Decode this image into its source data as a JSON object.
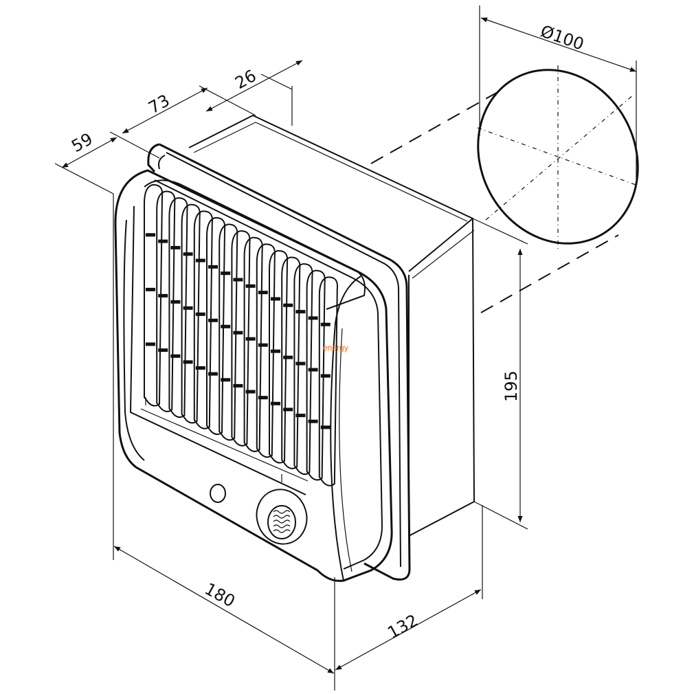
{
  "dimensions": {
    "diameter": "Ø100",
    "top_depth_a": "26",
    "top_depth_b": "73",
    "top_depth_c": "59",
    "height": "195",
    "width": "180",
    "depth": "132"
  },
  "watermark": "energy",
  "colors": {
    "line": "#111111",
    "background": "#ffffff",
    "watermark": "#ff6a00"
  }
}
